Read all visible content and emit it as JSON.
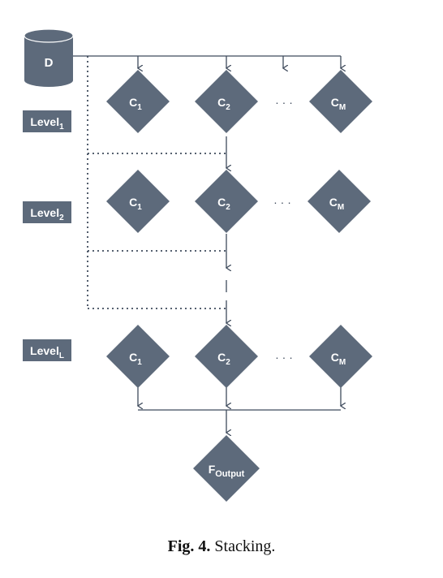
{
  "colors": {
    "node_fill": "#5d6a7b",
    "line": "#3f4b5c",
    "text": "#ffffff",
    "background": "#ffffff"
  },
  "database": {
    "label": "D"
  },
  "levels": [
    {
      "label_main": "Level",
      "label_sub": "1",
      "classifiers": [
        {
          "main": "C",
          "sub": "1"
        },
        {
          "main": "C",
          "sub": "2"
        },
        {
          "main": "C",
          "sub": "M"
        }
      ],
      "ellipsis": "· · ·"
    },
    {
      "label_main": "Level",
      "label_sub": "2",
      "classifiers": [
        {
          "main": "C",
          "sub": "1"
        },
        {
          "main": "C",
          "sub": "2"
        },
        {
          "main": "C",
          "sub": "M"
        }
      ],
      "ellipsis": "· · ·"
    },
    {
      "label_main": "Level",
      "label_sub": "L",
      "classifiers": [
        {
          "main": "C",
          "sub": "1"
        },
        {
          "main": "C",
          "sub": "2"
        },
        {
          "main": "C",
          "sub": "M"
        }
      ],
      "ellipsis": "· · ·"
    }
  ],
  "output": {
    "main": "F",
    "sub": "Output"
  },
  "caption": {
    "figure": "Fig. 4.",
    "text": "Stacking."
  }
}
